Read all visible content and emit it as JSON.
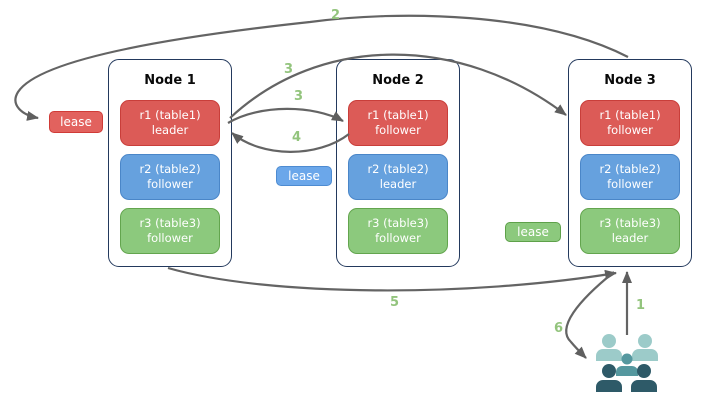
{
  "nodes": [
    {
      "title": "Node 1",
      "replicas": [
        {
          "name": "r1 (table1)",
          "role": "leader",
          "color": "#dc5b57"
        },
        {
          "name": "r2 (table2)",
          "role": "follower",
          "color": "#66a1de"
        },
        {
          "name": "r3 (table3)",
          "role": "follower",
          "color": "#8cc97d"
        }
      ]
    },
    {
      "title": "Node 2",
      "replicas": [
        {
          "name": "r1 (table1)",
          "role": "follower",
          "color": "#dc5b57"
        },
        {
          "name": "r2 (table2)",
          "role": "leader",
          "color": "#66a1de"
        },
        {
          "name": "r3 (table3)",
          "role": "follower",
          "color": "#8cc97d"
        }
      ]
    },
    {
      "title": "Node 3",
      "replicas": [
        {
          "name": "r1 (table1)",
          "role": "follower",
          "color": "#dc5b57"
        },
        {
          "name": "r2 (table2)",
          "role": "follower",
          "color": "#66a1de"
        },
        {
          "name": "r3 (table3)",
          "role": "leader",
          "color": "#8cc97d"
        }
      ]
    }
  ],
  "leases": [
    {
      "label": "lease",
      "color": "#e2625e"
    },
    {
      "label": "lease",
      "color": "#6ba7ea"
    },
    {
      "label": "lease",
      "color": "#8cc97d"
    }
  ],
  "steps": {
    "s1": "1",
    "s2": "2",
    "s3a": "3",
    "s3b": "3",
    "s4": "4",
    "s5": "5",
    "s6": "6"
  },
  "colors": {
    "arrow_gray": "#646464",
    "step_green": "#93c47d",
    "node_border": "#23395d",
    "people_light": "#9ccbc9",
    "people_mid": "#55989f",
    "people_dark": "#2e5a68"
  }
}
